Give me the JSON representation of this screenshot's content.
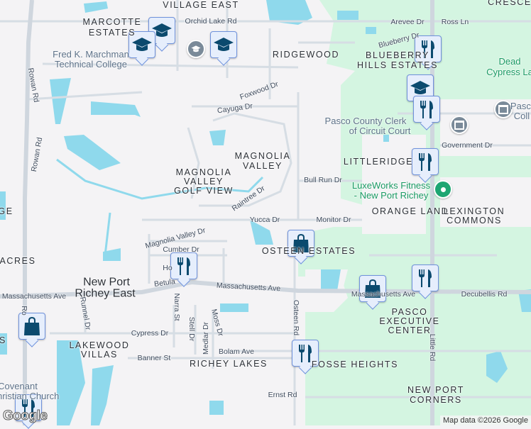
{
  "colors": {
    "background": "#f4f3f5",
    "water": "#8fd9ec",
    "park": "#d4f5e1",
    "road": "#d6dde4",
    "marker_fill": "#e6eefc",
    "marker_border": "#6f92dc",
    "marker_icon": "#0b4a6e"
  },
  "labels": {
    "village_east": "VILLAGE EAST",
    "marcotte_1": "MARCOTTE",
    "marcotte_2": "ESTATES",
    "orchid": "Orchid Lake Rd",
    "fred_1": "Fred K. Marchman",
    "fred_2": "Technical College",
    "ridgewood": "RIDGEWOOD",
    "blueberry_1": "BLUEBERRY",
    "blueberry_2": "HILLS ESTATES",
    "arevee": "Arevee Dr",
    "ross": "Ross Ln",
    "blueberry_dr": "Blueberry Dr",
    "cresce": "CRESCE",
    "dead_1": "Dead",
    "dead_2": "Cypress La",
    "foxwood": "Foxwood Dr",
    "cayuga": "Cayuga Dr",
    "clerk_1": "Pasco County Clerk",
    "clerk_2": "of Circuit Court",
    "pasco_coll_1": "Pasco",
    "pasco_coll_2": "Coll",
    "government": "Government Dr",
    "magnolia_valley_1": "MAGNOLIA",
    "magnolia_valley_2": "VALLEY",
    "mvgv_1": "MAGNOLIA",
    "mvgv_2": "VALLEY",
    "mvgv_3": "GOLF VIEW",
    "littleridge": "LITTLERIDGE",
    "bullrun": "Bull Run Dr",
    "luxe_1": "LuxeWorks Fitness",
    "luxe_2": "- New Port Richey",
    "raintree": "Raintree Dr",
    "orange": "ORANGE LAND",
    "lexington_1": "LEXINGTON",
    "lexington_2": "COMMONS",
    "yucca": "Yucca Dr",
    "monitor": "Monitor Dr",
    "mvdr": "Magnolia Valley Dr",
    "cumber": "Cumber Dr",
    "osteen_est": "OSTEEN ESTATES",
    "acres": "ACRES",
    "nprE_1": "New Port",
    "nprE_2": "Richey East",
    "mass_w": "Massachusetts Ave",
    "mass_c": "Massachusetts Ave",
    "mass_e": "Massachusetts Ave",
    "decubellis": "Decubellis Rd",
    "runnel": "Runnel Dr",
    "narra": "Narra St",
    "stell": "Stell Dr",
    "medlar": "Medlar Dr",
    "moss": "Moss Dr",
    "pec_1": "PASCO",
    "pec_2": "EXECUTIVE",
    "pec_3": "CENTER",
    "osteen_rd": "Osteen Rd",
    "little_rd": "Little Rd",
    "cypress": "Cypress Dr",
    "lakewood_1": "LAKEWOOD",
    "lakewood_2": "VILLAS",
    "bolam": "Bolam Ave",
    "banner": "Banner St",
    "richey_lakes": "RICHEY LAKES",
    "fosse": "FOSSE HEIGHTS",
    "ernst": "Ernst Rd",
    "npc_1": "NEW PORT",
    "npc_2": "CORNERS",
    "covenant_1": "Covenant",
    "covenant_2": "Christian Church",
    "ge": "GE",
    "s": "S",
    "rowan_1": "Rowan Rd",
    "rowan_2": "Rowan Rd",
    "rowan_3": "Ro",
    "betula": "Betula",
    "ho": "Ho"
  },
  "markers": [
    {
      "type": "school-icon"
    },
    {
      "type": "school-icon"
    },
    {
      "type": "school-icon"
    },
    {
      "type": "restaurant-icon"
    },
    {
      "type": "school-icon"
    },
    {
      "type": "restaurant-icon"
    },
    {
      "type": "restaurant-icon"
    },
    {
      "type": "shopping-bag-icon"
    },
    {
      "type": "restaurant-icon"
    },
    {
      "type": "shopping-bag-icon"
    },
    {
      "type": "restaurant-icon"
    },
    {
      "type": "shopping-bag-icon"
    },
    {
      "type": "restaurant-icon"
    },
    {
      "type": "restaurant-icon"
    }
  ],
  "footer": {
    "logo": "Google",
    "attribution": "Map data ©2026 Google"
  }
}
